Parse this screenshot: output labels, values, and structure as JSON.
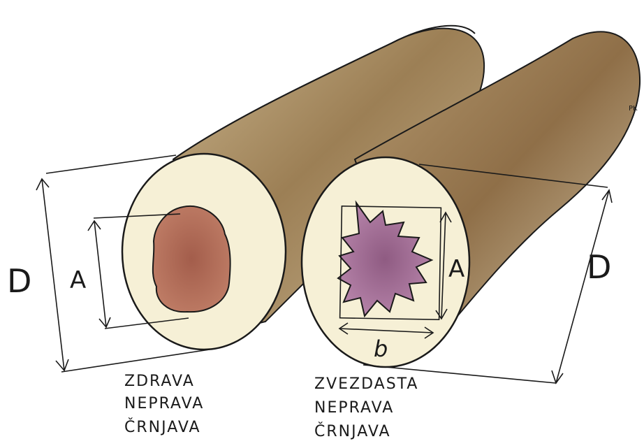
{
  "colors": {
    "bark": "#b8a27e",
    "bark_dark": "#8a6e48",
    "wood": "#f6f0d6",
    "healthy_heart": "#b06a55",
    "star_heart": "#a8709a",
    "ink": "#1a1a1a"
  },
  "log_left": {
    "dim_outer": "D",
    "dim_inner": "A",
    "caption": [
      "ZDRAVA",
      "NEPRAVA",
      "ČRNJAVA"
    ]
  },
  "log_right": {
    "dim_outer": "D",
    "dim_inner": "A",
    "dim_width": "b",
    "caption": [
      "ZVEZDASTA",
      "NEPRAVA",
      "ČRNJAVA"
    ]
  },
  "signature": "PK"
}
